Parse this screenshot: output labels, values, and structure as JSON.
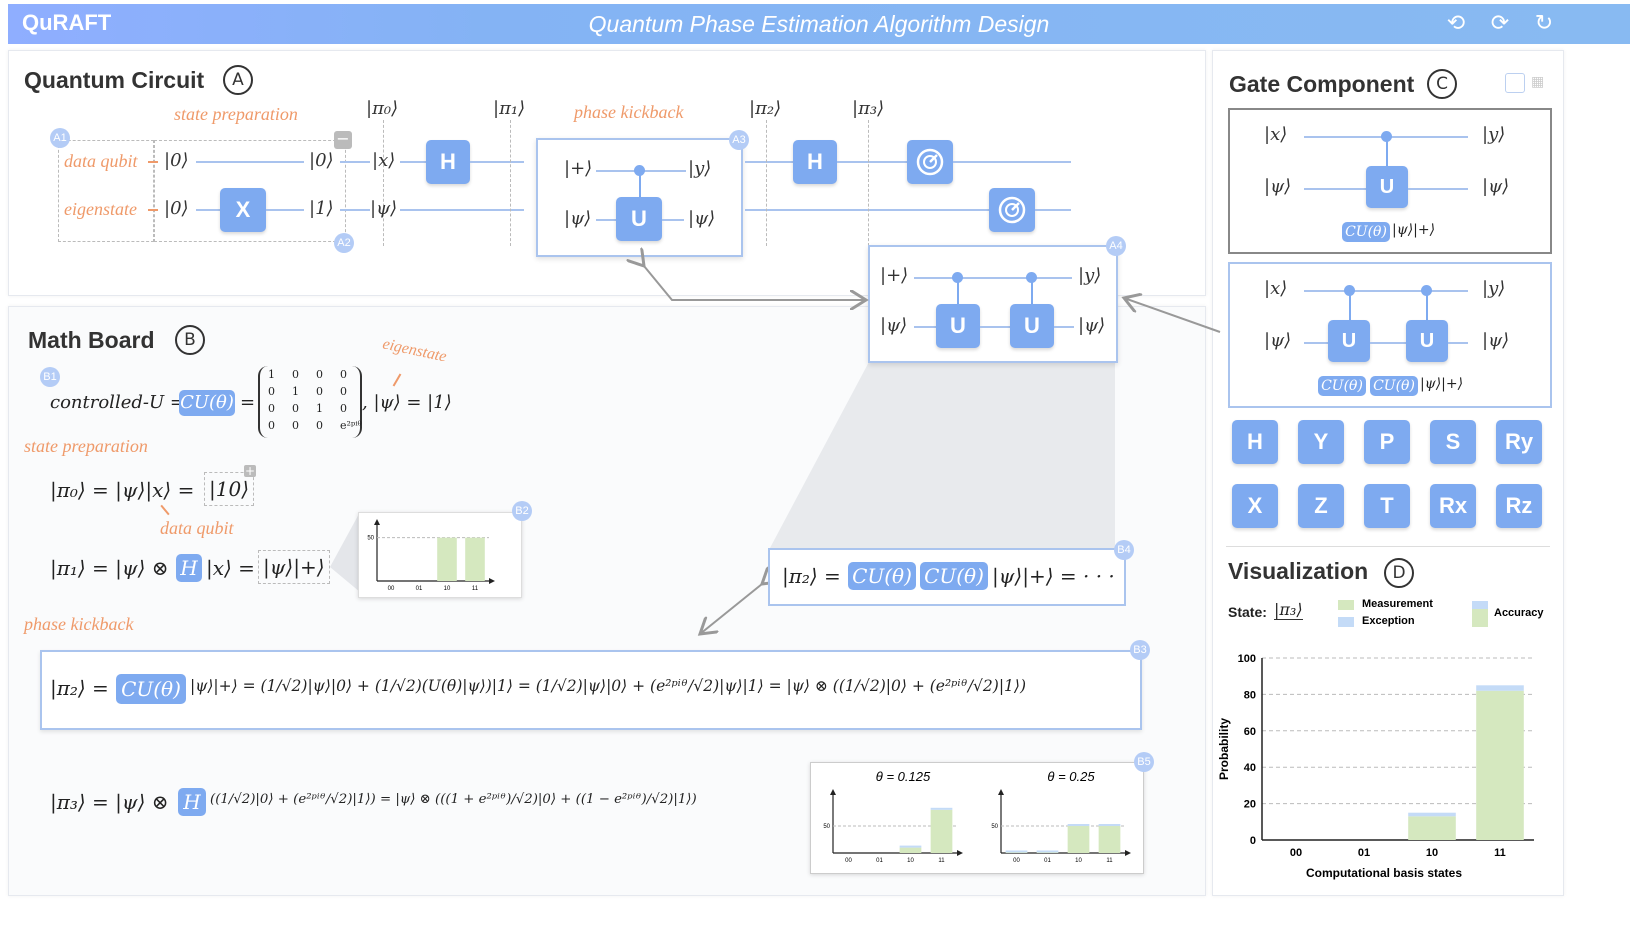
{
  "app": {
    "brand": "QuRAFT",
    "title": "Quantum Phase Estimation Algorithm Design",
    "undo_icon": "undo-icon",
    "redo_icon": "redo-icon",
    "refresh_icon": "refresh-icon"
  },
  "circuit": {
    "title": "Quantum Circuit",
    "marker": "A",
    "state_prep_label": "state preparation",
    "phase_kickback_label": "phase kickback",
    "data_qubit_label": "data qubit",
    "eigenstate_label": "eigenstate",
    "ket0": "|0⟩",
    "ket1": "|1⟩",
    "ketx": "|x⟩",
    "ketpsi": "|ψ⟩",
    "ketplus": "|+⟩",
    "kety": "|y⟩",
    "pi0": "|π₀⟩",
    "pi1": "|π₁⟩",
    "pi2": "|π₂⟩",
    "pi3": "|π₃⟩",
    "gate_h": "H",
    "gate_x": "X",
    "gate_u": "U",
    "badges": {
      "a1": "A1",
      "a2": "A2",
      "a3": "A3",
      "a4": "A4"
    }
  },
  "gates": {
    "title": "Gate Component",
    "marker": "C",
    "cu_label": "CU(θ)",
    "cu_suffix": "|ψ⟩|+⟩",
    "buttons": [
      "H",
      "Y",
      "P",
      "S",
      "Ry",
      "X",
      "Z",
      "T",
      "Rx",
      "Rz"
    ]
  },
  "math": {
    "title": "Math Board",
    "marker": "B",
    "eigenstate_note": "eigenstate",
    "state_prep": "state preparation",
    "data_qubit_note": "data qubit",
    "phase_kickback": "phase kickback",
    "controlled_u": "controlled-U =",
    "cu": "CU(θ)",
    "eq": "=",
    "matrix": [
      [
        "1",
        "0",
        "0",
        "0"
      ],
      [
        "0",
        "1",
        "0",
        "0"
      ],
      [
        "0",
        "0",
        "1",
        "0"
      ],
      [
        "0",
        "0",
        "0",
        "e²ᵖⁱᶿ"
      ]
    ],
    "psi_eq": ", |ψ⟩ = |1⟩",
    "pi0_eq": "|π₀⟩ = |ψ⟩|x⟩ =",
    "pi0_val": "|10⟩",
    "pi1_left": "|π₁⟩ = |ψ⟩ ⊗",
    "pi1_h": "H",
    "pi1_mid": "|x⟩ =",
    "pi1_val": "|ψ⟩|+⟩",
    "b4_left": "|π₂⟩ =",
    "b4_right": "|ψ⟩|+⟩ = · · ·",
    "b3_left": "|π₂⟩ =",
    "b3_rest": "|ψ⟩|+⟩ = (1/√2)|ψ⟩|0⟩ + (1/√2)(U(θ)|ψ⟩)|1⟩ = (1/√2)|ψ⟩|0⟩ + (e²ᵖⁱᶿ/√2)|ψ⟩|1⟩ = |ψ⟩ ⊗ ((1/√2)|0⟩ + (e²ᵖⁱᶿ/√2)|1⟩)",
    "pi3_left": "|π₃⟩ = |ψ⟩ ⊗",
    "pi3_h": "H",
    "pi3_rest": "((1/√2)|0⟩ + (e²ᵖⁱᶿ/√2)|1⟩) = |ψ⟩ ⊗ (((1 + e²ᵖⁱᶿ)/√2)|0⟩ + ((1 − e²ᵖⁱᶿ)/√2)|1⟩)",
    "badges": {
      "b1": "B1",
      "b2": "B2",
      "b3": "B3",
      "b4": "B4",
      "b5": "B5"
    },
    "theta1": "θ = 0.125",
    "theta2": "θ = 0.25"
  },
  "viz": {
    "title": "Visualization",
    "marker": "D",
    "state_label": "State:",
    "state_value": "|π₃⟩",
    "legend": [
      "Measurement",
      "Exception",
      "Accuracy"
    ]
  },
  "colors": {
    "accent": "#7eaaf0",
    "orange": "#ef9a6a",
    "green": "#d5e8bf",
    "lightblue": "#c4dbf7"
  },
  "chart_data": [
    {
      "type": "bar",
      "categories": [
        "00",
        "01",
        "10",
        "11"
      ],
      "series": [
        {
          "values": [
            0,
            0,
            50,
            50
          ]
        }
      ],
      "yticks": [
        50
      ],
      "ylim": [
        0,
        60
      ]
    },
    {
      "type": "bar",
      "title": "θ = 0.125",
      "categories": [
        "00",
        "01",
        "10",
        "11"
      ],
      "series": [
        {
          "values": [
            0,
            0,
            10,
            80
          ]
        }
      ],
      "yticks": [
        50
      ],
      "ylim": [
        0,
        100
      ]
    },
    {
      "type": "bar",
      "title": "θ = 0.25",
      "categories": [
        "00",
        "01",
        "10",
        "11"
      ],
      "series": [
        {
          "values": [
            1,
            1,
            50,
            50
          ]
        }
      ],
      "yticks": [
        50
      ],
      "ylim": [
        0,
        100
      ]
    },
    {
      "type": "bar",
      "xlabel": "Computational basis states",
      "ylabel": "Probability",
      "categories": [
        "00",
        "01",
        "10",
        "11"
      ],
      "ylim": [
        0,
        100
      ],
      "yticks": [
        0,
        20,
        40,
        60,
        80,
        100
      ],
      "series": [
        {
          "name": "Measurement",
          "values": [
            0,
            0,
            13,
            82
          ]
        },
        {
          "name": "Exception",
          "values": [
            0,
            0,
            2,
            3
          ]
        }
      ]
    }
  ]
}
